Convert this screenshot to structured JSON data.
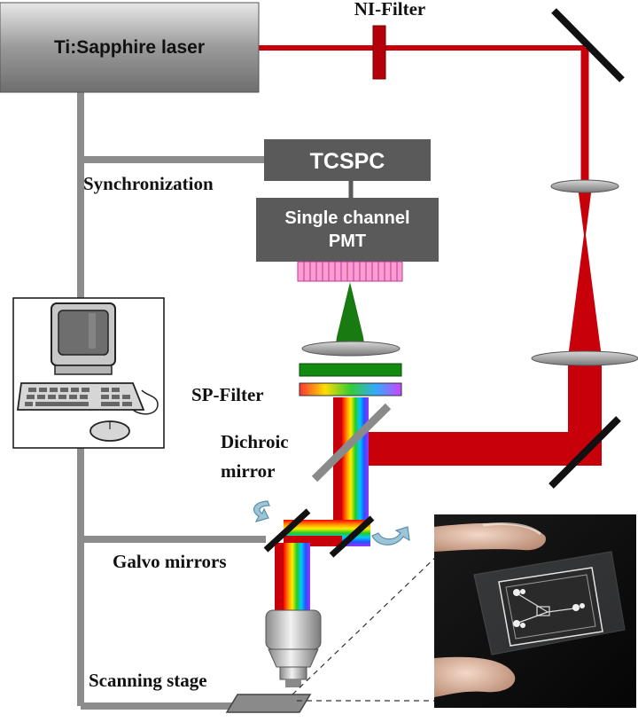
{
  "labels": {
    "laser": "Ti:Sapphire laser",
    "nl_filter": "NI-Filter",
    "tcspc": "TCSPC",
    "pmt_line1": "Single channel",
    "pmt_line2": "PMT",
    "synchronization": "Synchronization",
    "sp_filter": "SP-Filter",
    "dichroic_line1": "Dichroic",
    "dichroic_line2": "mirror",
    "galvo": "Galvo mirrors",
    "stage": "Scanning stage"
  },
  "colors": {
    "laser_beam": "#c8000a",
    "fluorescence": "#1a7a12",
    "box_dark": "#5a5a5a",
    "wire": "#8c8c8c",
    "pmt_pixels": "#ff9ad2"
  }
}
